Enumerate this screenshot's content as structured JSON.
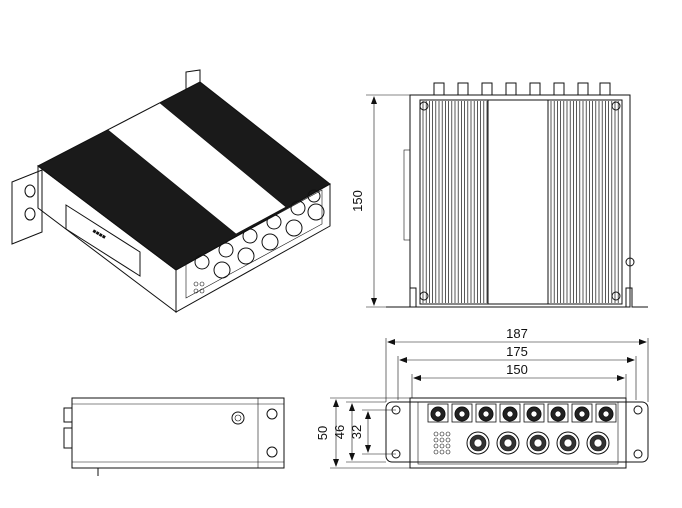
{
  "drawing": {
    "front_view_widths": [
      "187",
      "175",
      "150"
    ],
    "front_view_heights": [
      "50",
      "46",
      "32"
    ],
    "side_view_height": "150",
    "front_ports_top_count": 8,
    "front_ports_bottom_count": 5
  }
}
